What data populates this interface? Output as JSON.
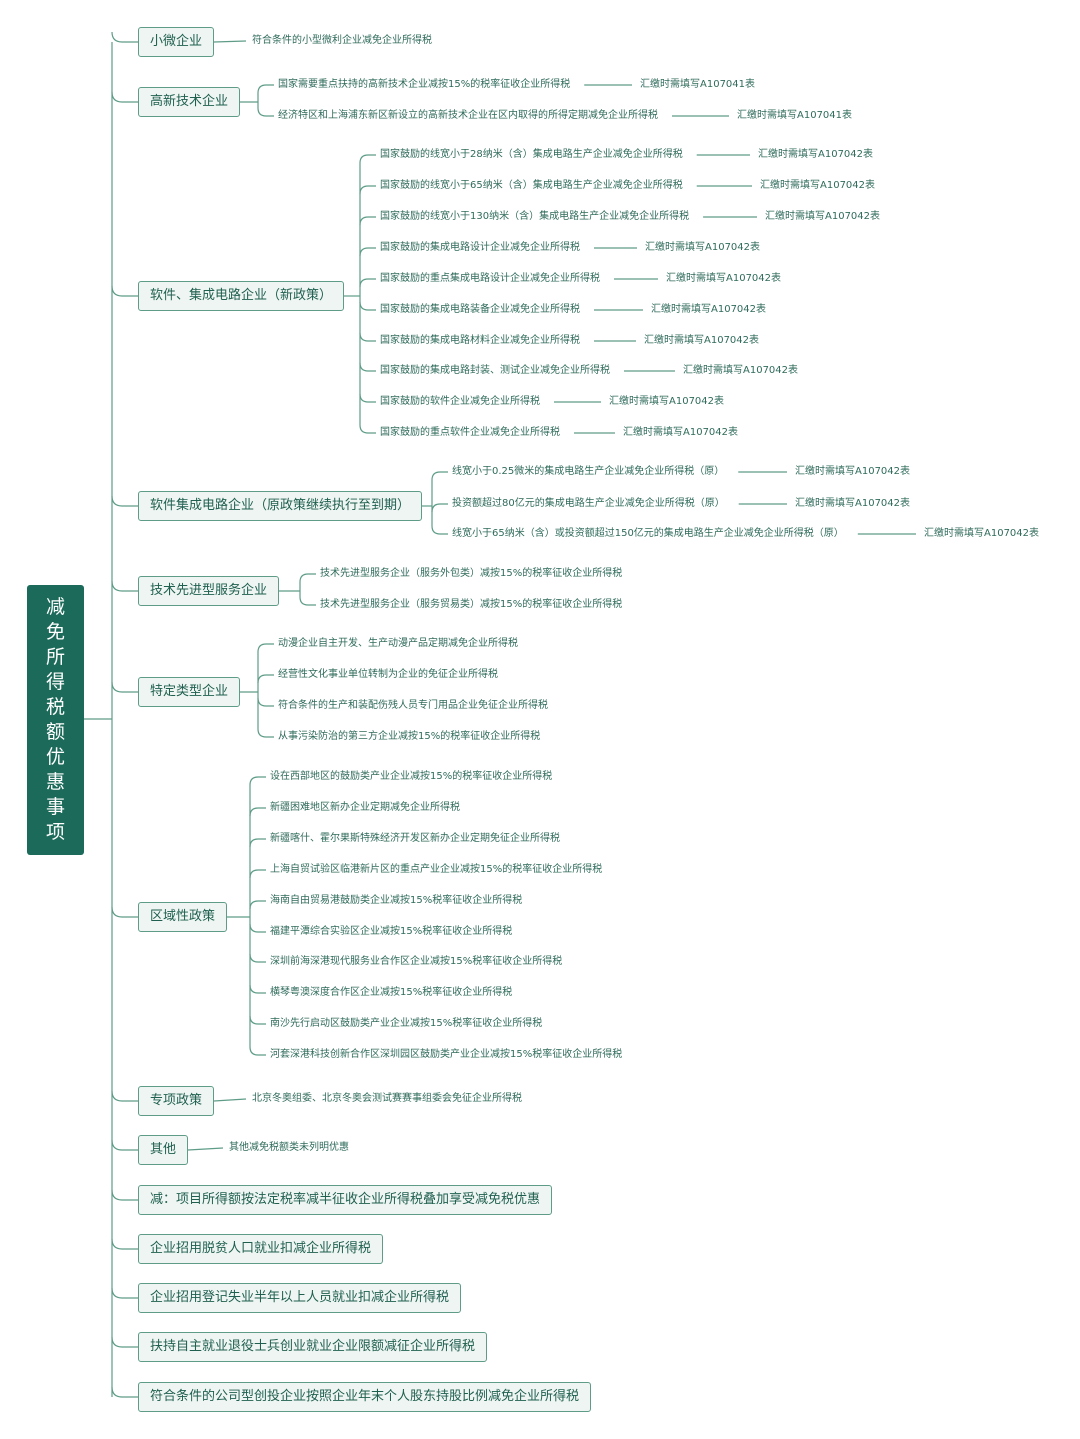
{
  "root_title": "减免所得税额优惠事项",
  "branches": [
    {
      "label": "小微企业",
      "items": [
        {
          "text": "符合条件的小型微利企业减免企业所得税"
        }
      ]
    },
    {
      "label": "高新技术企业",
      "items": [
        {
          "text": "国家需要重点扶持的高新技术企业减按15%的税率征收企业所得税",
          "note": "汇缴时需填写A107041表"
        },
        {
          "text": "经济特区和上海浦东新区新设立的高新技术企业在区内取得的所得定期减免企业所得税",
          "note": "汇缴时需填写A107041表"
        }
      ]
    },
    {
      "label": "软件、集成电路企业（新政策）",
      "items": [
        {
          "text": "国家鼓励的线宽小于28纳米（含）集成电路生产企业减免企业所得税",
          "note": "汇缴时需填写A107042表"
        },
        {
          "text": "国家鼓励的线宽小于65纳米（含）集成电路生产企业减免企业所得税",
          "note": "汇缴时需填写A107042表"
        },
        {
          "text": "国家鼓励的线宽小于130纳米（含）集成电路生产企业减免企业所得税",
          "note": "汇缴时需填写A107042表"
        },
        {
          "text": "国家鼓励的集成电路设计企业减免企业所得税",
          "note": "汇缴时需填写A107042表"
        },
        {
          "text": "国家鼓励的重点集成电路设计企业减免企业所得税",
          "note": "汇缴时需填写A107042表"
        },
        {
          "text": "国家鼓励的集成电路装备企业减免企业所得税",
          "note": "汇缴时需填写A107042表"
        },
        {
          "text": "国家鼓励的集成电路材料企业减免企业所得税",
          "note": "汇缴时需填写A107042表"
        },
        {
          "text": "国家鼓励的集成电路封装、测试企业减免企业所得税",
          "note": "汇缴时需填写A107042表"
        },
        {
          "text": "国家鼓励的软件企业减免企业所得税",
          "note": "汇缴时需填写A107042表"
        },
        {
          "text": "国家鼓励的重点软件企业减免企业所得税",
          "note": "汇缴时需填写A107042表"
        }
      ]
    },
    {
      "label": "软件集成电路企业（原政策继续执行至到期）",
      "items": [
        {
          "text": "线宽小于0.25微米的集成电路生产企业减免企业所得税（原）",
          "note": "汇缴时需填写A107042表"
        },
        {
          "text": "投资额超过80亿元的集成电路生产企业减免企业所得税（原）",
          "note": "汇缴时需填写A107042表"
        },
        {
          "text": "线宽小于65纳米（含）或投资额超过150亿元的集成电路生产企业减免企业所得税（原）",
          "note": "汇缴时需填写A107042表"
        }
      ]
    },
    {
      "label": "技术先进型服务企业",
      "items": [
        {
          "text": "技术先进型服务企业（服务外包类）减按15%的税率征收企业所得税"
        },
        {
          "text": "技术先进型服务企业（服务贸易类）减按15%的税率征收企业所得税"
        }
      ]
    },
    {
      "label": "特定类型企业",
      "items": [
        {
          "text": "动漫企业自主开发、生产动漫产品定期减免企业所得税"
        },
        {
          "text": "经营性文化事业单位转制为企业的免征企业所得税"
        },
        {
          "text": "符合条件的生产和装配伤残人员专门用品企业免征企业所得税"
        },
        {
          "text": "从事污染防治的第三方企业减按15%的税率征收企业所得税"
        }
      ]
    },
    {
      "label": "区域性政策",
      "items": [
        {
          "text": "设在西部地区的鼓励类产业企业减按15%的税率征收企业所得税"
        },
        {
          "text": "新疆困难地区新办企业定期减免企业所得税"
        },
        {
          "text": "新疆喀什、霍尔果斯特殊经济开发区新办企业定期免征企业所得税"
        },
        {
          "text": "上海自贸试验区临港新片区的重点产业企业减按15%的税率征收企业所得税"
        },
        {
          "text": "海南自由贸易港鼓励类企业减按15%税率征收企业所得税"
        },
        {
          "text": "福建平潭综合实验区企业减按15%税率征收企业所得税"
        },
        {
          "text": "深圳前海深港现代服务业合作区企业减按15%税率征收企业所得税"
        },
        {
          "text": "横琴粤澳深度合作区企业减按15%税率征收企业所得税"
        },
        {
          "text": "南沙先行启动区鼓励类产业企业减按15%税率征收企业所得税"
        },
        {
          "text": "河套深港科技创新合作区深圳园区鼓励类产业企业减按15%税率征收企业所得税"
        }
      ]
    },
    {
      "label": "专项政策",
      "items": [
        {
          "text": "北京冬奥组委、北京冬奥会测试赛赛事组委会免征企业所得税"
        }
      ]
    },
    {
      "label": "其他",
      "items": [
        {
          "text": "其他减免税额类未列明优惠"
        }
      ]
    },
    {
      "label": "减：项目所得额按法定税率减半征收企业所得税叠加享受减免税优惠",
      "items": []
    },
    {
      "label": "企业招用脱贫人口就业扣减企业所得税",
      "items": []
    },
    {
      "label": "企业招用登记失业半年以上人员就业扣减企业所得税",
      "items": []
    },
    {
      "label": "扶持自主就业退役士兵创业就业企业限额减征企业所得税",
      "items": []
    },
    {
      "label": "符合条件的公司型创投企业按照企业年末个人股东持股比例减免企业所得税",
      "items": []
    }
  ]
}
